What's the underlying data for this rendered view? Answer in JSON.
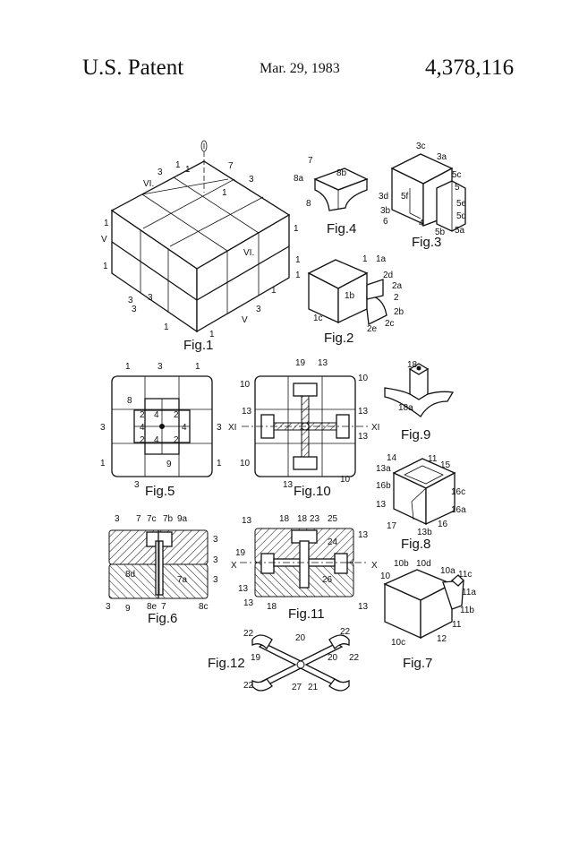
{
  "header": {
    "left": "U.S. Patent",
    "date": "Mar. 29, 1983",
    "number": "4,378,116"
  },
  "figures": {
    "fig1": {
      "caption": "Fig.1",
      "labels": [
        "1",
        "1",
        "3",
        "3",
        "3",
        "3",
        "3",
        "3",
        "7",
        "VI.",
        "VI.",
        "V",
        "V",
        "1",
        "1",
        "1",
        "1",
        "1",
        "1",
        "1",
        "1",
        "1"
      ]
    },
    "fig2": {
      "caption": "Fig.2",
      "labels": [
        "1",
        "1a",
        "2d",
        "2a",
        "1b",
        "2",
        "2b",
        "1c",
        "2e",
        "2c"
      ]
    },
    "fig3": {
      "caption": "Fig.3",
      "labels": [
        "3c",
        "3a",
        "5c",
        "5",
        "3d",
        "5f",
        "3b",
        "6",
        "4",
        "5b",
        "5e",
        "5d",
        "5a"
      ]
    },
    "fig4": {
      "caption": "Fig.4",
      "labels": [
        "7",
        "8a",
        "8b",
        "8"
      ]
    },
    "fig5": {
      "caption": "Fig.5",
      "labels": [
        "1",
        "3",
        "1",
        "8",
        "2",
        "4",
        "2",
        "3",
        "3",
        "4",
        "2",
        "4",
        "2",
        "4",
        "1",
        "9",
        "1",
        "3"
      ]
    },
    "fig6": {
      "caption": "Fig.6",
      "labels": [
        "3",
        "7",
        "7c",
        "7b",
        "9a",
        "3",
        "3",
        "8d",
        "7a",
        "3",
        "3",
        "9",
        "8e",
        "7",
        "8c"
      ]
    },
    "fig7": {
      "caption": "Fig.7",
      "labels": [
        "10",
        "10b",
        "10d",
        "10a",
        "11c",
        "11a",
        "11b",
        "11",
        "12",
        "10c"
      ]
    },
    "fig8": {
      "caption": "Fig.8",
      "labels": [
        "14",
        "11",
        "15",
        "13a",
        "16b",
        "16c",
        "13",
        "16a",
        "17",
        "13b",
        "16"
      ]
    },
    "fig9": {
      "caption": "Fig.9",
      "labels": [
        "18",
        "18a"
      ]
    },
    "fig10": {
      "caption": "Fig.10",
      "labels": [
        "19",
        "13",
        "10",
        "10",
        "13",
        "13",
        "XI",
        "XI",
        "13",
        "10",
        "13",
        "10"
      ]
    },
    "fig11": {
      "caption": "Fig.11",
      "labels": [
        "13",
        "18",
        "18",
        "23",
        "25",
        "13",
        "24",
        "19",
        "X",
        "X",
        "26",
        "13",
        "18",
        "13",
        "13"
      ]
    },
    "fig12": {
      "caption": "Fig.12",
      "labels": [
        "22",
        "20",
        "22",
        "19",
        "20",
        "22",
        "27",
        "21",
        "22"
      ]
    }
  }
}
